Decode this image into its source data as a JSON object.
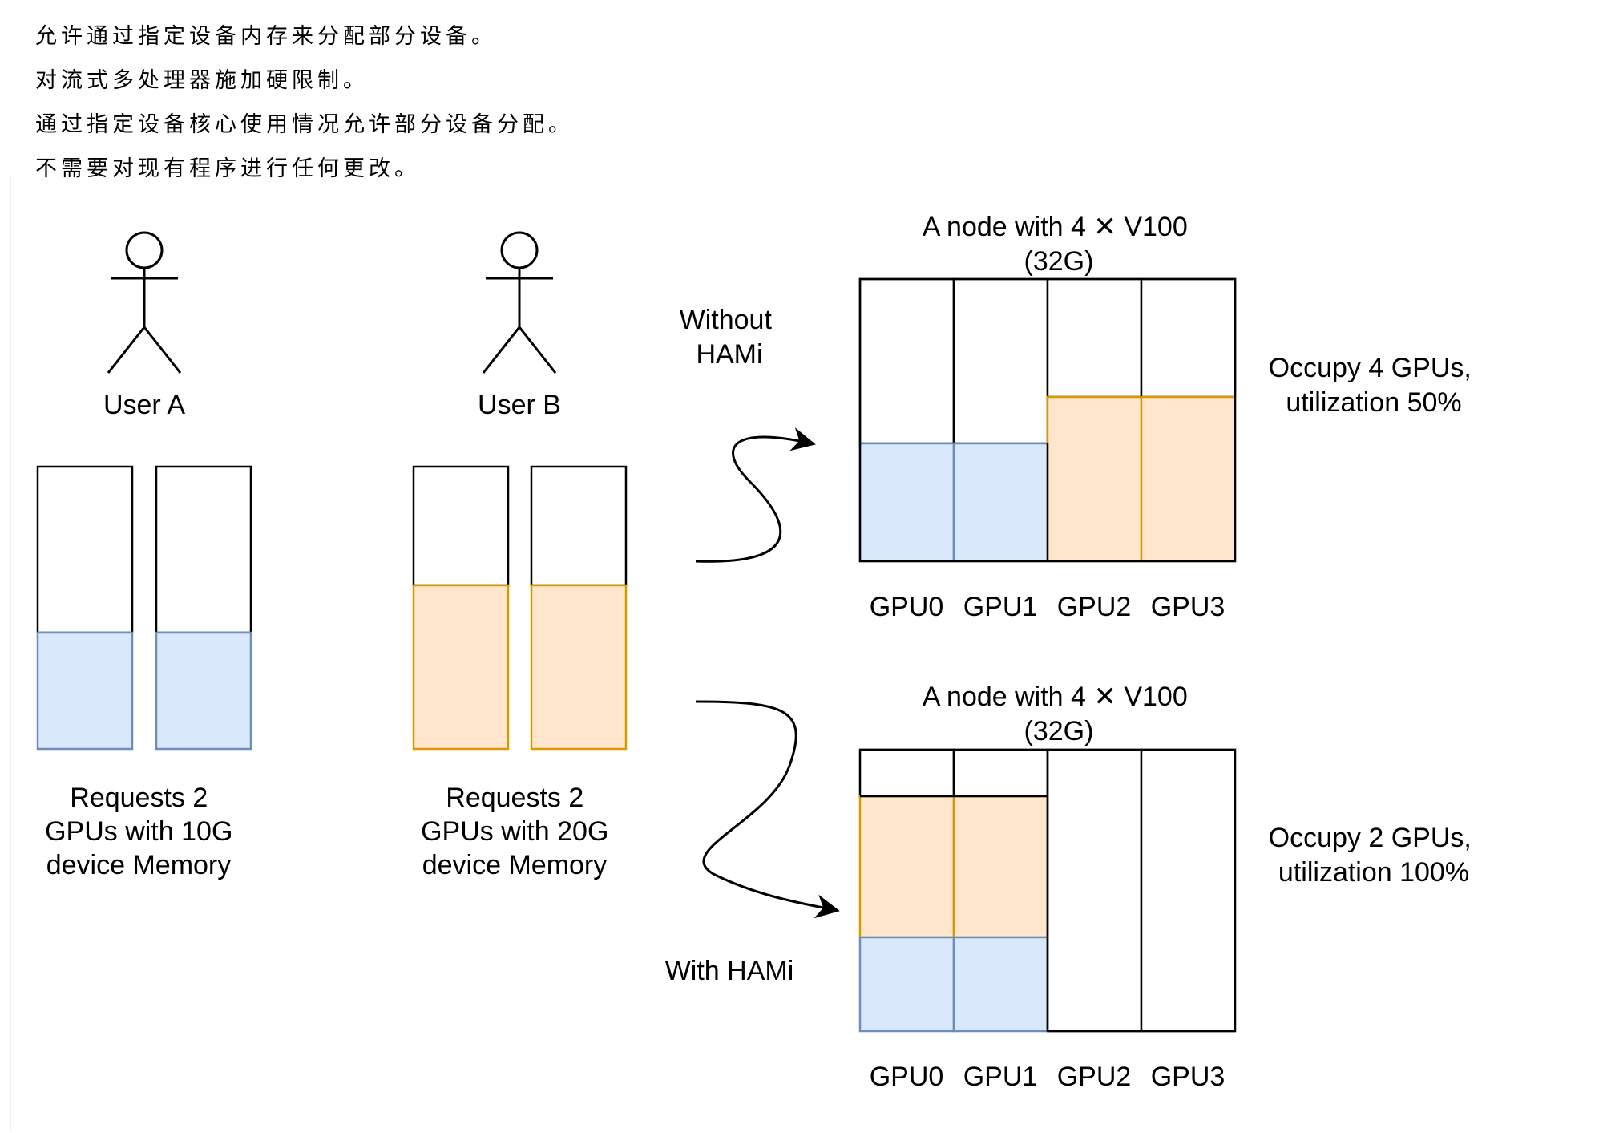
{
  "notes": [
    "允许通过指定设备内存来分配部分设备。",
    "对流式多处理器施加硬限制。",
    "通过指定设备核心使用情况允许部分设备分配。",
    "不需要对现有程序进行任何更改。"
  ],
  "users": [
    {
      "name": "User A",
      "request_lines": [
        "Requests 2",
        "GPUs with 10G",
        "device Memory"
      ],
      "fill_fraction": 0.45
    },
    {
      "name": "User B",
      "request_lines": [
        "Requests 2",
        "GPUs with 20G",
        "device Memory"
      ],
      "fill_fraction": 0.6
    }
  ],
  "without": {
    "label_lines": [
      "Without",
      "HAMi"
    ],
    "node_title": "A node with 4 ✕ V100",
    "node_subtitle": "(32G)",
    "summary_lines": [
      "Occupy 4 GPUs,",
      "utilization 50%"
    ]
  },
  "with": {
    "label": "With HAMi",
    "node_title": "A node with 4 ✕ V100",
    "node_subtitle": "(32G)",
    "summary_lines": [
      "Occupy 2 GPUs,",
      "utilization 100%"
    ]
  },
  "gpu_labels": [
    "GPU0",
    "GPU1",
    "GPU2",
    "GPU3"
  ],
  "colors": {
    "blue_fill": "#dae8fc",
    "blue_stroke": "#6c8ebf",
    "orange_fill": "#ffe6cc",
    "orange_stroke": "#d79b00"
  }
}
